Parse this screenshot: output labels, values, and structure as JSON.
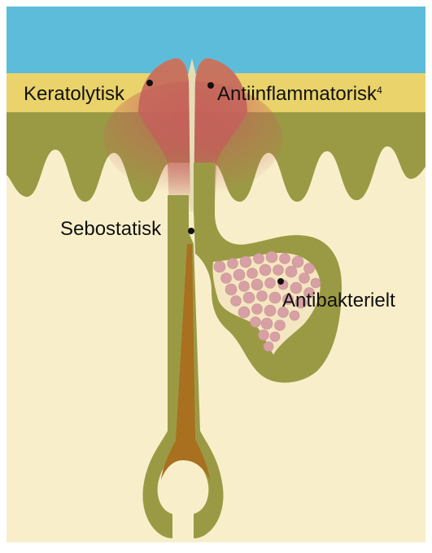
{
  "diagram": {
    "labels": {
      "keratolytisk": "Keratolytisk",
      "antiinflammatorisk": "Antiinflammatorisk",
      "antiinflammatorisk_ref": "4",
      "sebostatisk": "Sebostatisk",
      "antibakterielt": "Antibakterielt"
    },
    "colors": {
      "sky": "#5dbcd9",
      "epidermis_band": "#e9d36a",
      "dermis": "#f8efca",
      "follicle": "#9b9a44",
      "inflamed_top": "#c96a5a",
      "hair_shaft": "#a8701f",
      "sebum_cells": "#d6a0a4",
      "gland_cavity": "#f4e6c0"
    }
  }
}
